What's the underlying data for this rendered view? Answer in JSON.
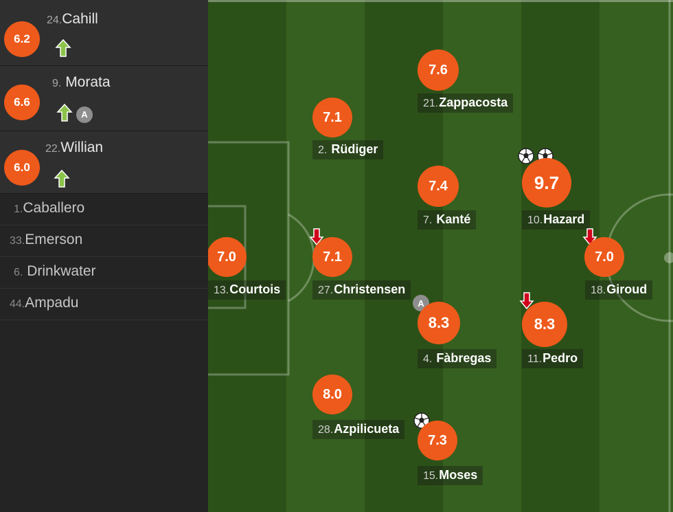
{
  "substitutes_in": [
    {
      "number": "24.",
      "name": "Cahill",
      "rating": "6.2",
      "icons": [
        "sub-in-arrow-icon"
      ]
    },
    {
      "number": "9.",
      "name": "Morata",
      "rating": "6.6",
      "icons": [
        "sub-in-arrow-icon",
        "assist-icon"
      ]
    },
    {
      "number": "22.",
      "name": "Willian",
      "rating": "6.0",
      "icons": [
        "sub-in-arrow-icon"
      ]
    }
  ],
  "bench": [
    {
      "number": "1.",
      "name": "Caballero"
    },
    {
      "number": "33.",
      "name": "Emerson"
    },
    {
      "number": "6.",
      "name": "Drinkwater"
    },
    {
      "number": "44.",
      "name": "Ampadu"
    }
  ],
  "assist_label": "A",
  "players": [
    {
      "number": "13.",
      "name": "Courtois",
      "rating": "7.0"
    },
    {
      "number": "2.",
      "name": "Rüdiger",
      "rating": "7.1"
    },
    {
      "number": "27.",
      "name": "Christensen",
      "rating": "7.1",
      "events": [
        "sub-off-arrow-icon"
      ]
    },
    {
      "number": "28.",
      "name": "Azpilicueta",
      "rating": "8.0"
    },
    {
      "number": "21.",
      "name": "Zappacosta",
      "rating": "7.6"
    },
    {
      "number": "7.",
      "name": "Kanté",
      "rating": "7.4"
    },
    {
      "number": "4.",
      "name": "Fàbregas",
      "rating": "8.3",
      "events": [
        "assist-icon"
      ]
    },
    {
      "number": "15.",
      "name": "Moses",
      "rating": "7.3",
      "events": [
        "goal-ball-icon"
      ]
    },
    {
      "number": "10.",
      "name": "Hazard",
      "rating": "9.7",
      "events": [
        "goal-ball-icon",
        "goal-ball-icon"
      ]
    },
    {
      "number": "11.",
      "name": "Pedro",
      "rating": "8.3",
      "events": [
        "sub-off-arrow-icon"
      ]
    },
    {
      "number": "18.",
      "name": "Giroud",
      "rating": "7.0",
      "events": [
        "sub-off-arrow-icon"
      ]
    }
  ],
  "colors": {
    "rating": "#ee5a1b",
    "sub_in": "#8bc34a",
    "sub_off": "#d0021b",
    "pitch_dark": "#2c5118",
    "pitch_light": "#36601f"
  }
}
